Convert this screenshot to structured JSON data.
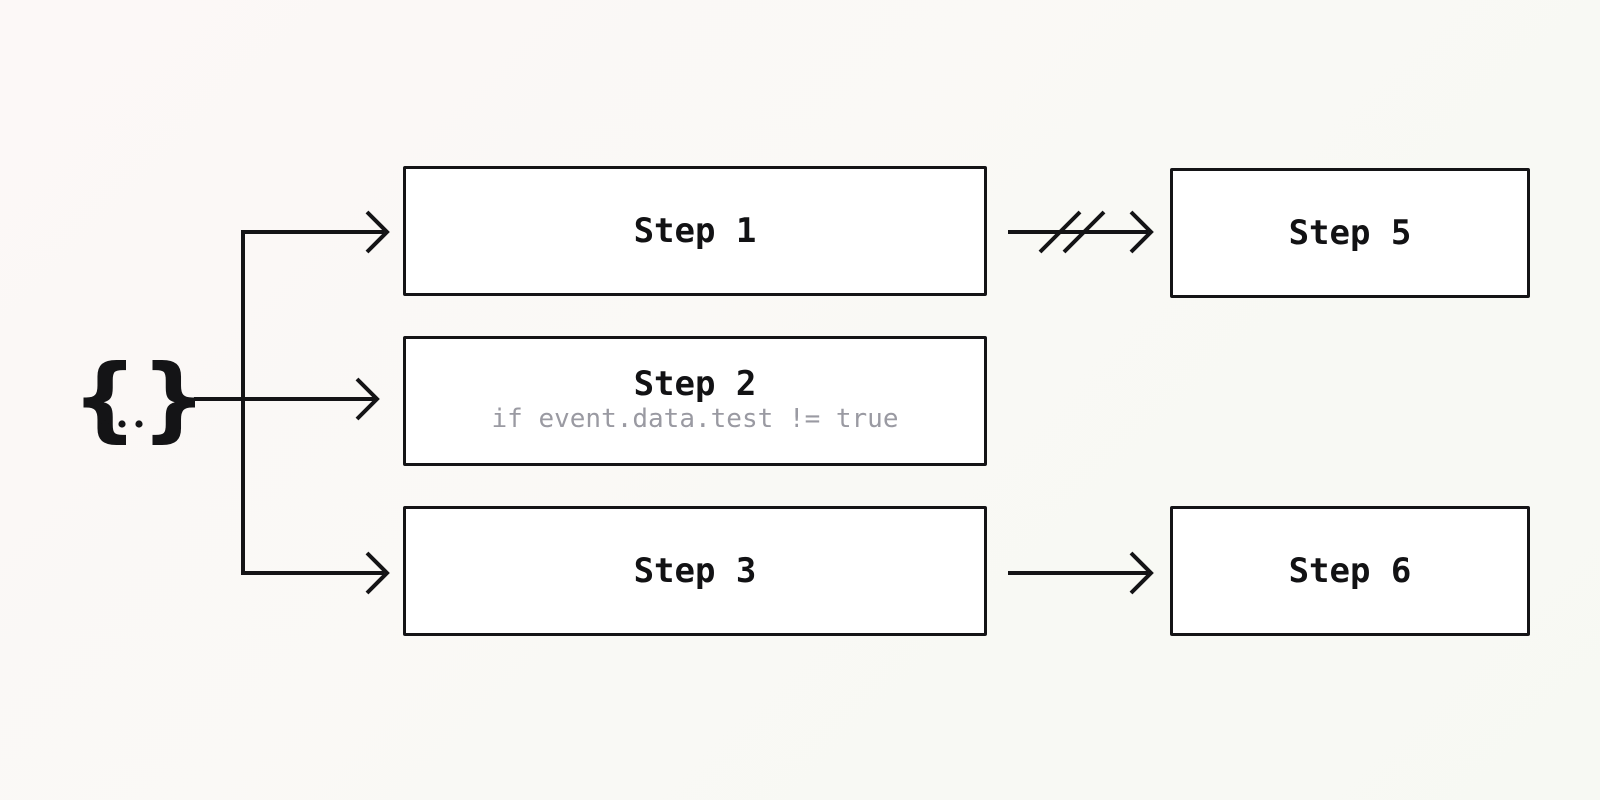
{
  "steps": {
    "step1": {
      "label": "Step 1"
    },
    "step2": {
      "label": "Step 2",
      "condition": "if event.data.test != true"
    },
    "step3": {
      "label": "Step 3"
    },
    "step5": {
      "label": "Step 5"
    },
    "step6": {
      "label": "Step 6"
    }
  },
  "event_icon": "curly-braces-ellipsis-icon",
  "colors": {
    "stroke": "#141416",
    "box_fill": "#ffffff",
    "condition_text": "#9a9aa2"
  },
  "connections": [
    {
      "from": "event",
      "to": "step1",
      "style": "solid"
    },
    {
      "from": "event",
      "to": "step2",
      "style": "solid"
    },
    {
      "from": "event",
      "to": "step3",
      "style": "solid"
    },
    {
      "from": "step1",
      "to": "step5",
      "style": "interrupted"
    },
    {
      "from": "step3",
      "to": "step6",
      "style": "solid"
    }
  ]
}
